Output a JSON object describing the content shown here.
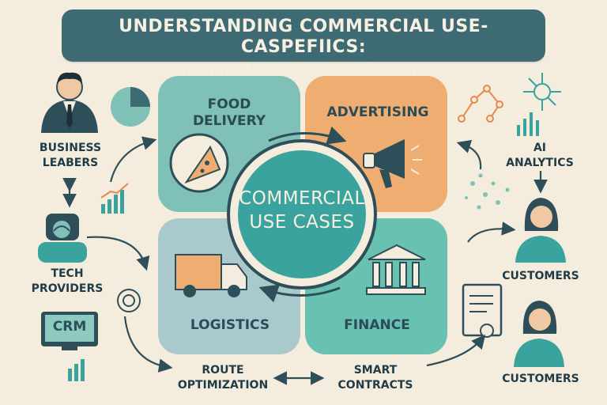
{
  "header": {
    "title": "UNDERSTANDING COMMERCIAL USE-CASPEFIICS:",
    "subtitle": "Insights & Practical Applications"
  },
  "center": {
    "line1": "COMMERCIAL",
    "line2": "USE CASES"
  },
  "quadrants": {
    "food_delivery": {
      "line1": "FOOD",
      "line2": "DELIVERY"
    },
    "advertising": "ADVERTISING",
    "logistics": "LOGISTICS",
    "finance": "FINANCE"
  },
  "left": {
    "business_leaders": {
      "line1": "BUSINESS",
      "line2": "LEABERS"
    },
    "tech_providers": {
      "line1": "TECH",
      "line2": "PROVIDERS"
    },
    "crm_label": "CRM"
  },
  "right": {
    "ai_analytics": {
      "line1": "AI",
      "line2": "ANALYTICS"
    },
    "customers_top": "CUSTOMERS",
    "customers_bottom": "CUSTOMERS"
  },
  "bottom": {
    "route_optimization": {
      "line1": "ROUTE",
      "line2": "OPTIMIZATION"
    },
    "smart_contracts": {
      "line1": "SMART",
      "line2": "CONTRACTS"
    }
  },
  "colors": {
    "background": "#f4ecdd",
    "banner": "#3d6a73",
    "teal_quadrant": "#7fc1b6",
    "orange_quadrant": "#f0ad72",
    "grey_blue_quadrant": "#a9c9cd",
    "green_quadrant": "#68c1b1",
    "center_circle": "#3aa39d",
    "ink": "#2e4f5a"
  },
  "icons": [
    "person-icon",
    "pie-chart-icon",
    "bar-chart-icon",
    "pizza-icon",
    "megaphone-icon",
    "truck-icon",
    "bank-icon",
    "network-icon",
    "document-icon",
    "cycle-icon",
    "crm-monitor-icon",
    "scatter-icon"
  ]
}
